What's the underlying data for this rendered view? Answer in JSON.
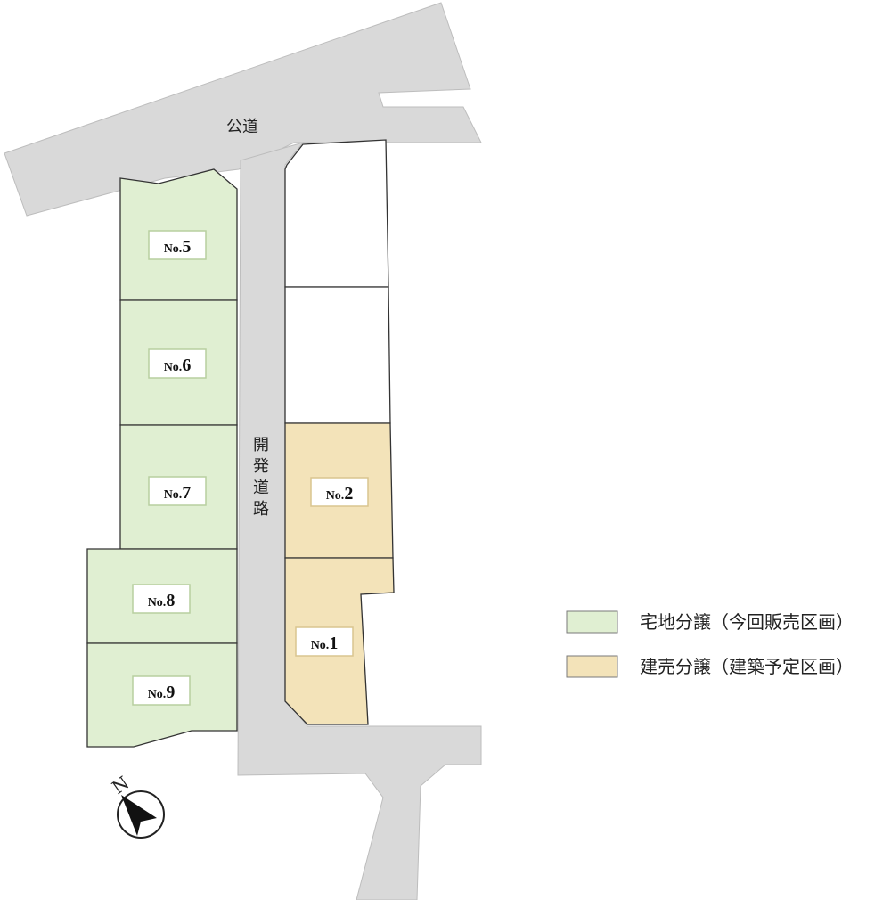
{
  "colors": {
    "road": "#d9d9d9",
    "road_stroke": "#bdbdbd",
    "lot_land": "#e0efd2",
    "lot_build": "#f3e3b9",
    "lot_outline": "#333333",
    "label_box_land_border": "#b7cf9f",
    "label_box_build_border": "#d9c58f"
  },
  "roads": {
    "public_road_label": "公道",
    "dev_road_label": [
      "開",
      "発",
      "道",
      "路"
    ]
  },
  "lots": [
    {
      "id": "5",
      "no": "No.",
      "num": "5",
      "type": "land"
    },
    {
      "id": "6",
      "no": "No.",
      "num": "6",
      "type": "land"
    },
    {
      "id": "7",
      "no": "No.",
      "num": "7",
      "type": "land"
    },
    {
      "id": "8",
      "no": "No.",
      "num": "8",
      "type": "land"
    },
    {
      "id": "9",
      "no": "No.",
      "num": "9",
      "type": "land"
    },
    {
      "id": "2",
      "no": "No.",
      "num": "2",
      "type": "build"
    },
    {
      "id": "1",
      "no": "No.",
      "num": "1",
      "type": "build"
    }
  ],
  "legend": {
    "land": "宅地分譲（今回販売区画）",
    "build": "建売分譲（建築予定区画）"
  },
  "compass": {
    "label": "N",
    "icon": "north-arrow-icon"
  }
}
